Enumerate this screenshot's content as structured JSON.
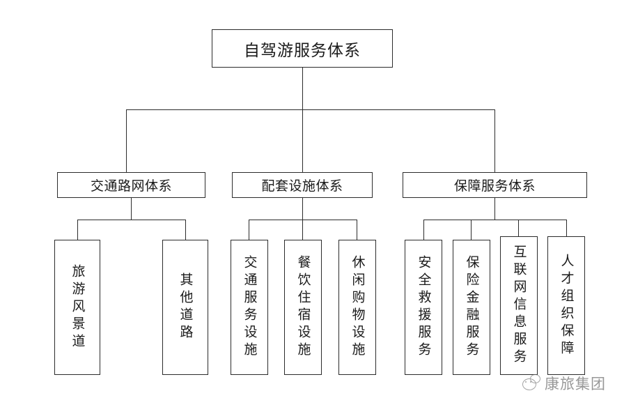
{
  "diagram": {
    "title": "自驾游服务体系",
    "root": {
      "label": "自驾游服务体系"
    },
    "branches": [
      {
        "label": "交通路网体系",
        "children": [
          {
            "label": "旅游风景道"
          },
          {
            "label": "其他道路"
          }
        ]
      },
      {
        "label": "配套设施体系",
        "children": [
          {
            "label": "交通服务设施"
          },
          {
            "label": "餐饮住宿设施"
          },
          {
            "label": "休闲购物设施"
          }
        ]
      },
      {
        "label": "保障服务体系",
        "children": [
          {
            "label": "安全救援服务"
          },
          {
            "label": "保险金融服务"
          },
          {
            "label": "互联网信息服务"
          },
          {
            "label": "人才组织保障"
          }
        ]
      }
    ]
  },
  "watermark": {
    "text": "康旅集团",
    "icon": "wechat-icon"
  },
  "colors": {
    "background": "#ffffff",
    "border": "#2b2b2b",
    "text": "#1a1a1a",
    "watermark_text": "#5a5a5a"
  }
}
